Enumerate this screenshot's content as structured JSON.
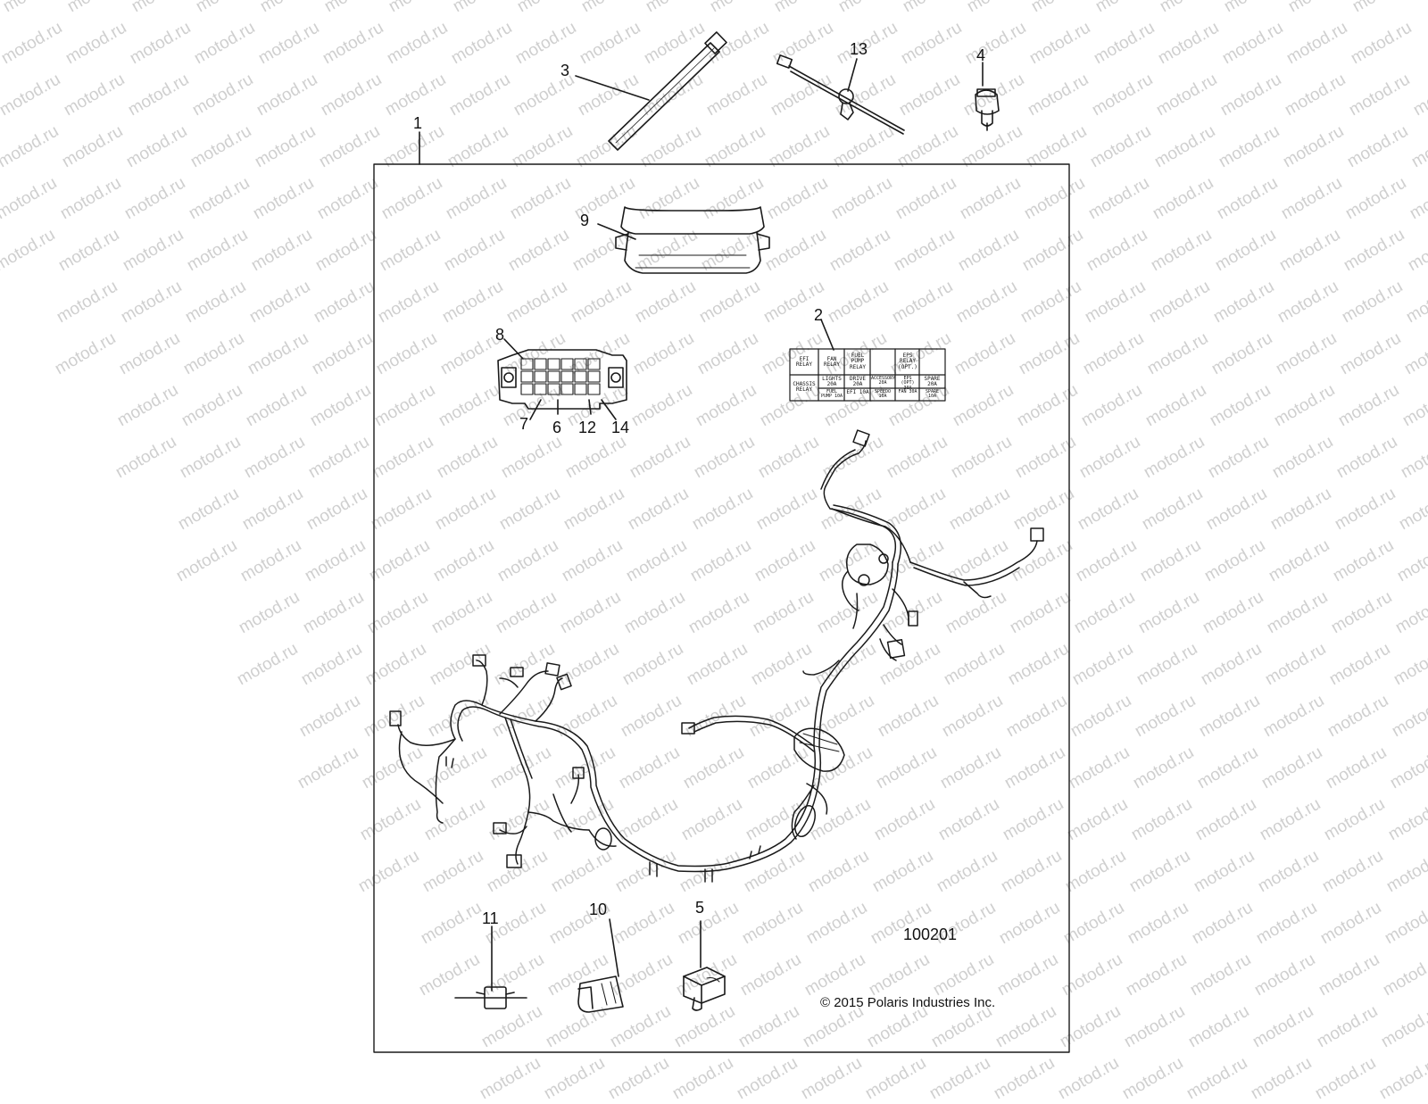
{
  "watermark": "motod.ru",
  "callouts": {
    "c1": "1",
    "c2": "2",
    "c3": "3",
    "c4": "4",
    "c5": "5",
    "c6": "6",
    "c7": "7",
    "c8": "8",
    "c9": "9",
    "c10": "10",
    "c11": "11",
    "c12": "12",
    "c13": "13",
    "c14": "14"
  },
  "diagram_number": "100201",
  "copyright": "© 2015 Polaris Industries Inc.",
  "fuse_label": {
    "efi_relay": "EFI RELAY",
    "fan_relay": "FAN RELAY",
    "fuel_pump_relay": "FUEL PUMP RELAY",
    "eps_relay": "EPS RELAY (OPT.)",
    "chassis_relay": "CHASSIS RELAY",
    "lights": "LIGHTS 20A",
    "drive": "DRIVE 20A",
    "accessory": "ACCESSORY 20A",
    "eps_opt": "EPS (OPT) 30A",
    "spare_20": "SPARE 20A",
    "fuel_pump": "FUEL PUMP 10A",
    "efi": "EFI 10A",
    "speedo": "SPEEDO 10A",
    "fan": "FAN 30A",
    "spare_10": "SPARE 10A"
  },
  "colors": {
    "line": "#1a1a1a",
    "watermark": "#cfcfcf"
  }
}
